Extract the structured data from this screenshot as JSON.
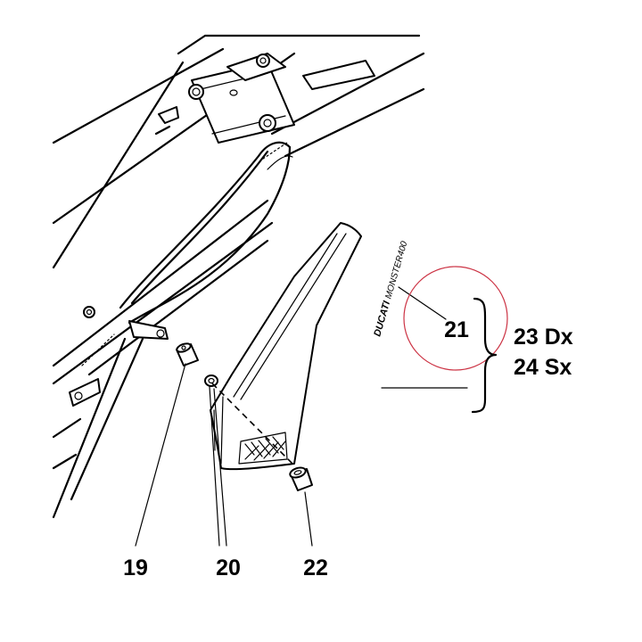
{
  "callouts": {
    "part_19": "19",
    "part_20": "20",
    "part_21": "21",
    "part_22": "22",
    "part_23": "23 Dx",
    "part_24": "24 Sx"
  },
  "decal": {
    "brand": "DUCATI",
    "model": "MONSTER400"
  },
  "colors": {
    "line": "#000000",
    "highlight_circle": "#cc3344",
    "background": "#ffffff"
  },
  "icons": {
    "bracket": "right-curly-brace"
  }
}
